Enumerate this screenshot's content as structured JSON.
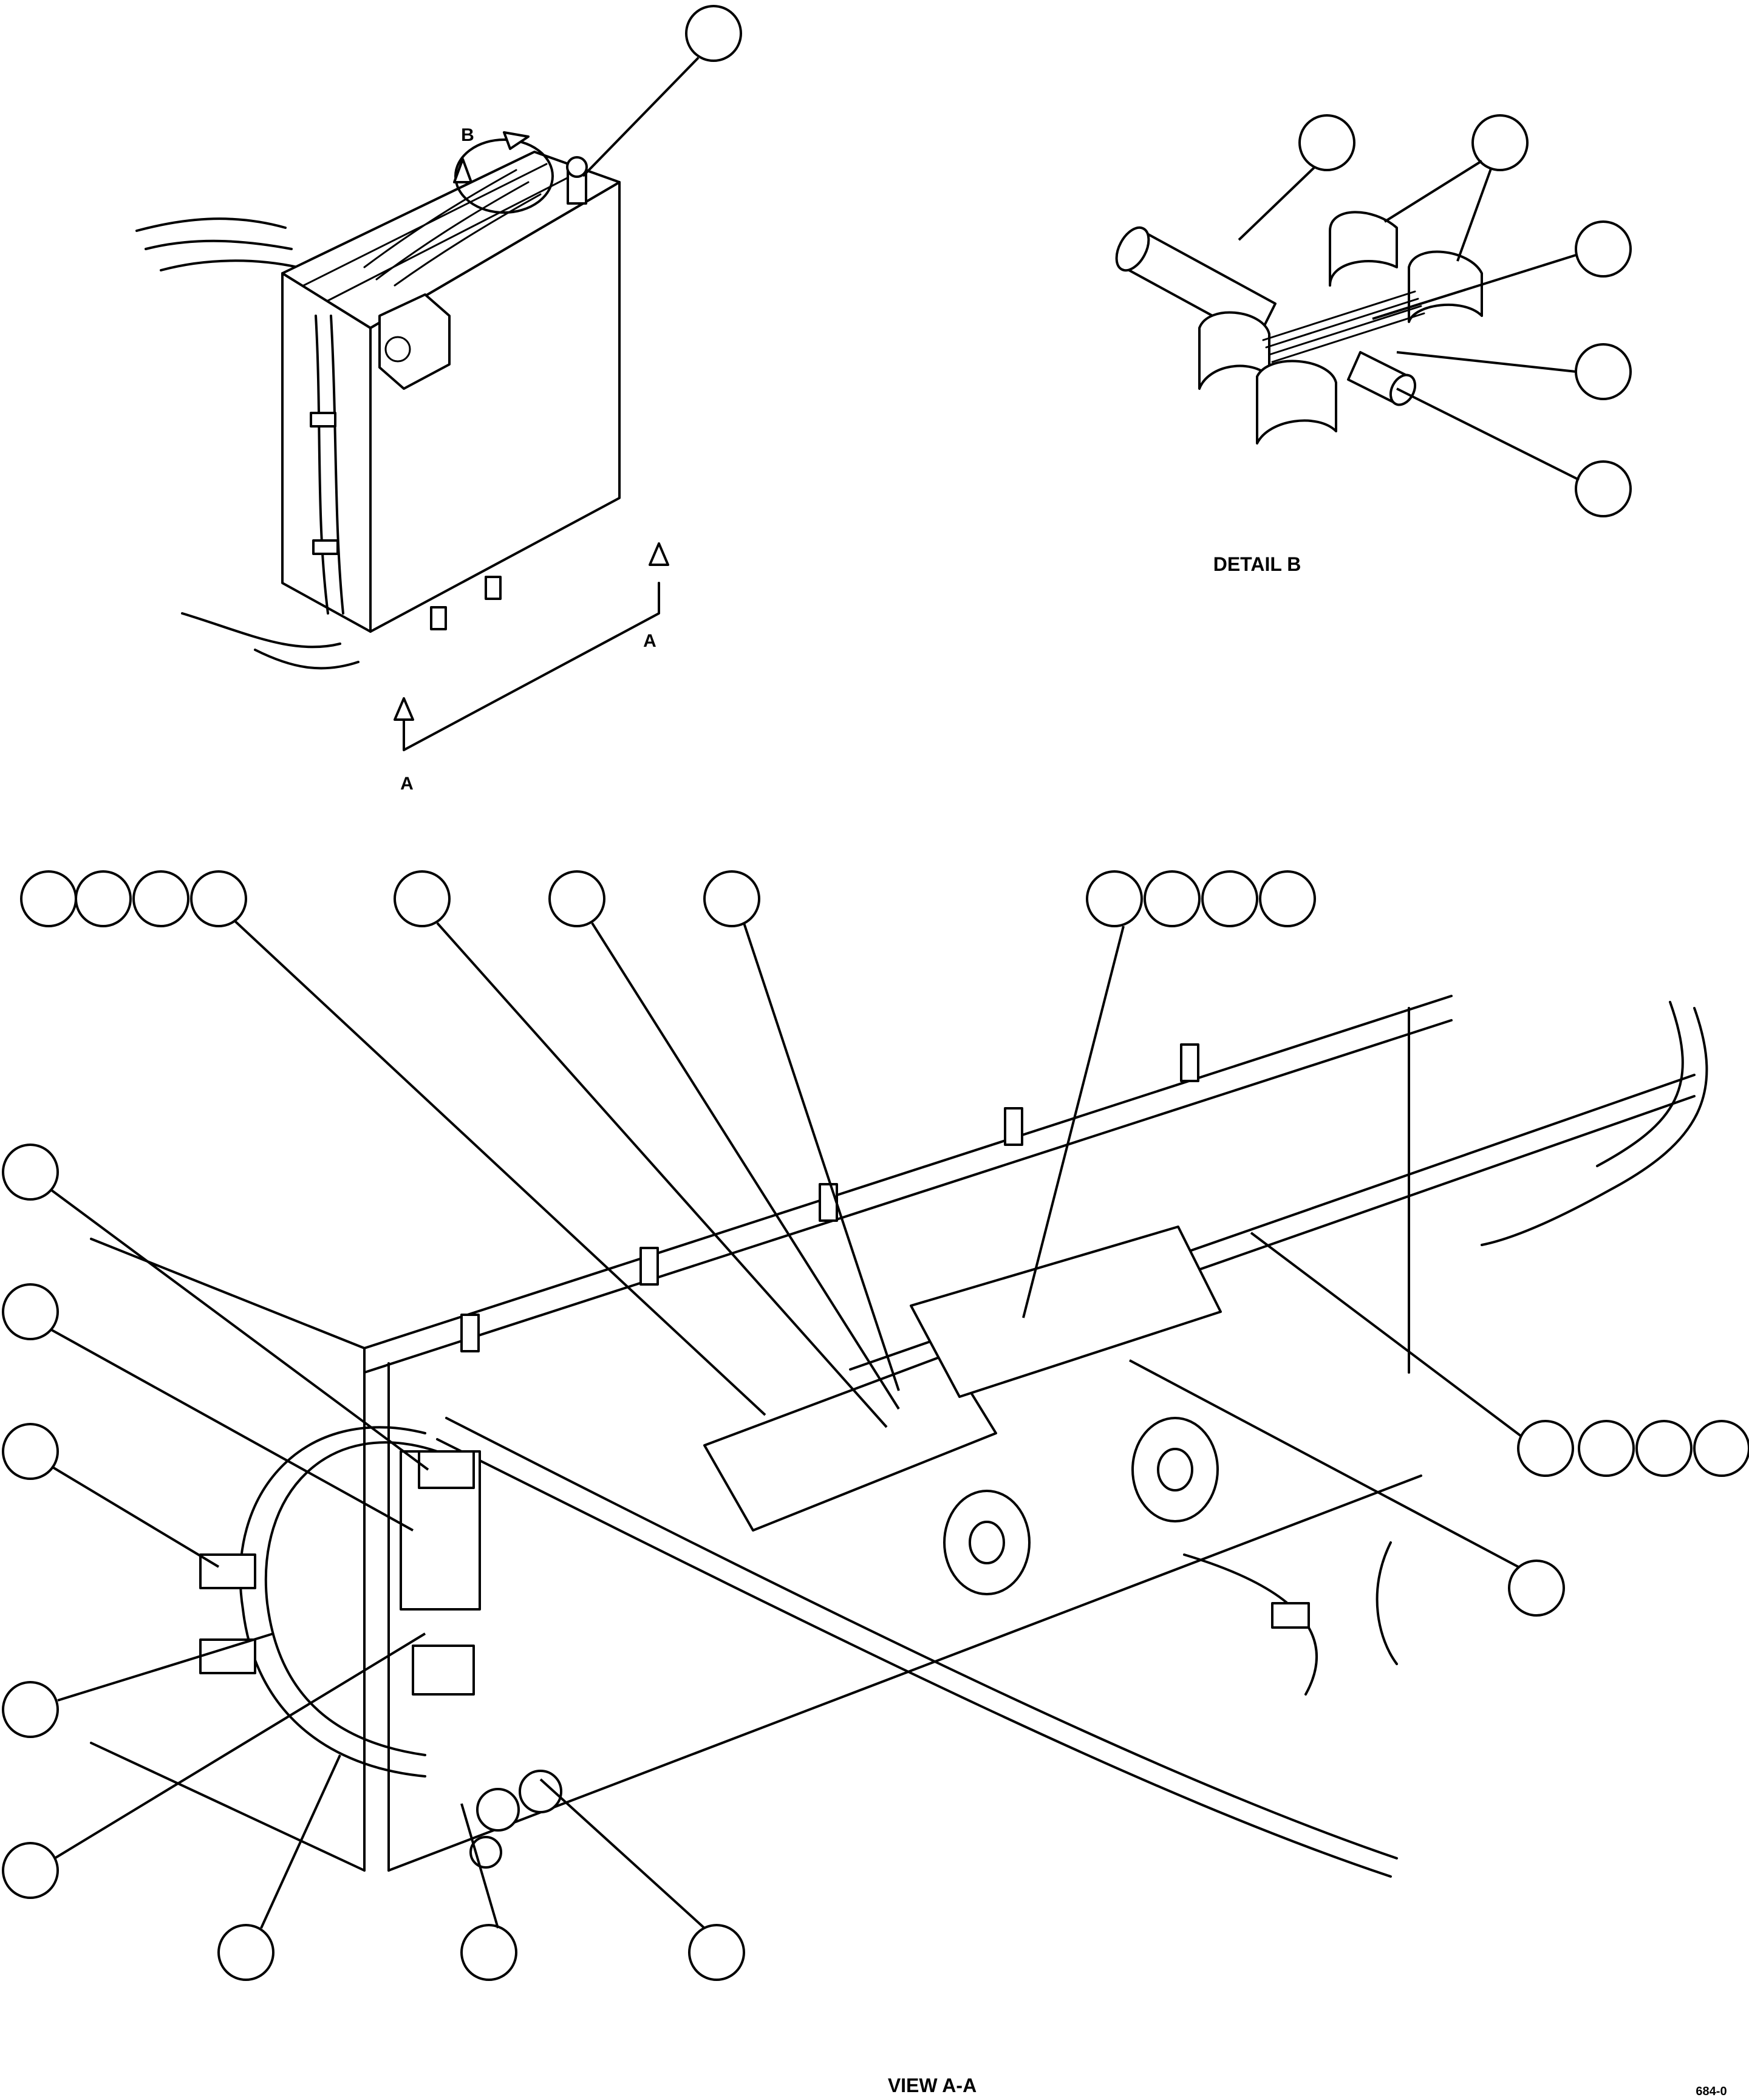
{
  "figure": {
    "view_letter_a_right": "A",
    "view_letter_a_left": "A",
    "view_letter_b": "B",
    "detail_caption": "DETAIL B",
    "view_caption": "VIEW A-A",
    "figure_id": "684-0"
  }
}
